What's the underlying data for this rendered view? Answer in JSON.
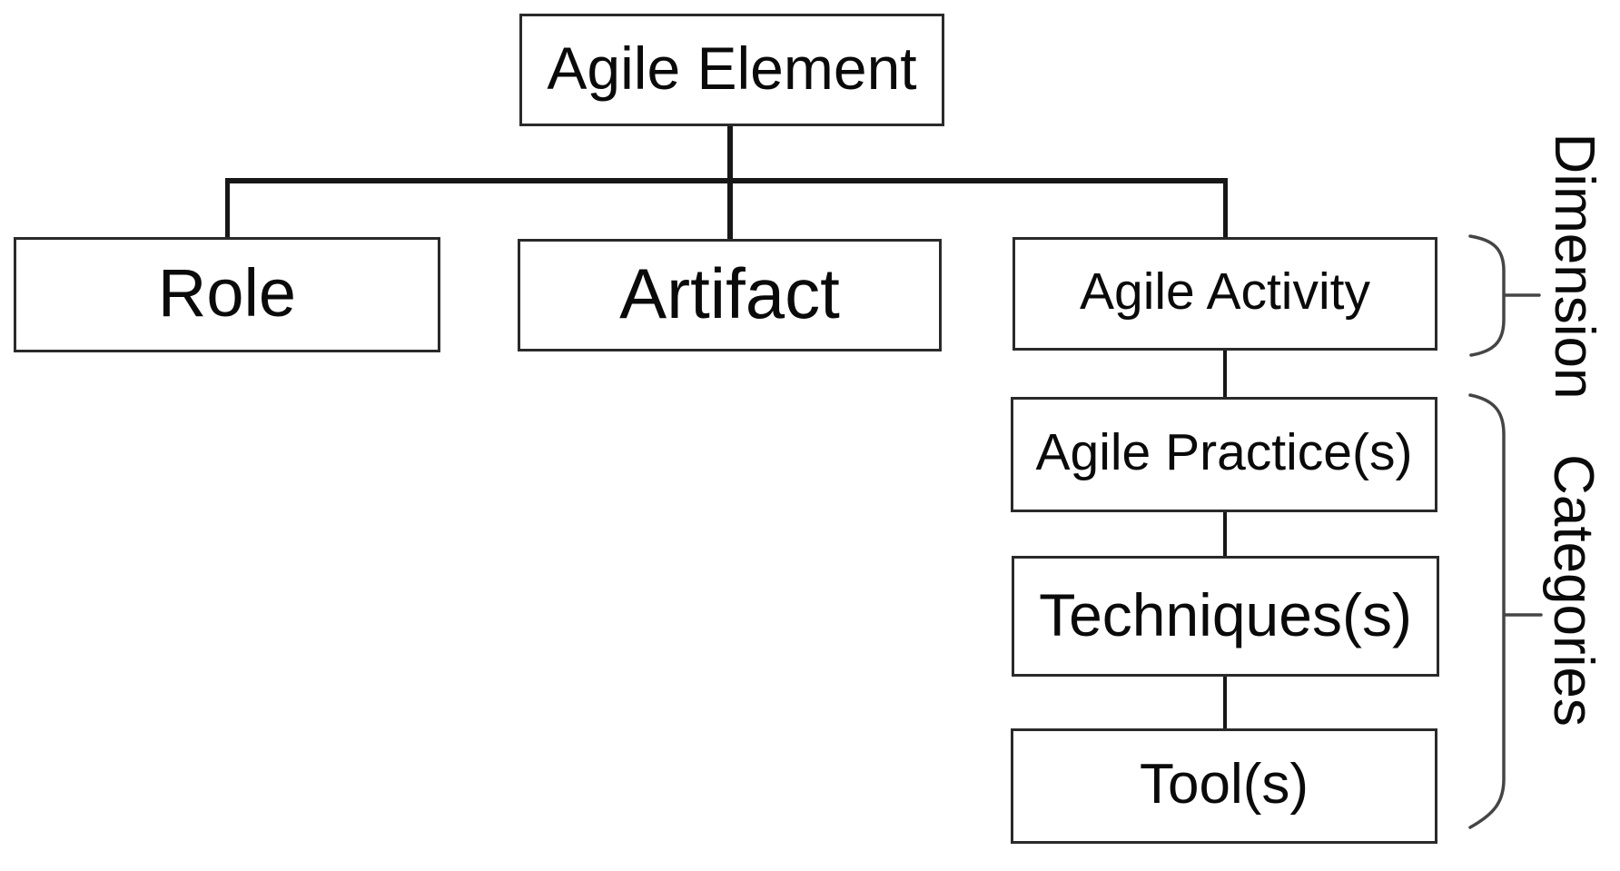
{
  "diagram": {
    "nodes": {
      "agile_element": "Agile Element",
      "role": "Role",
      "artifact": "Artifact",
      "agile_activity": "Agile Activity",
      "agile_practices": "Agile Practice(s)",
      "techniques": "Techniques(s)",
      "tools": "Tool(s)"
    },
    "side_labels": {
      "dimension": "Dimension",
      "categories": "Categories"
    },
    "colors": {
      "box_border": "#2a2a2a",
      "connector": "#171717",
      "brace": "#454545",
      "text": "#0a0a0a",
      "background": "#ffffff"
    }
  }
}
